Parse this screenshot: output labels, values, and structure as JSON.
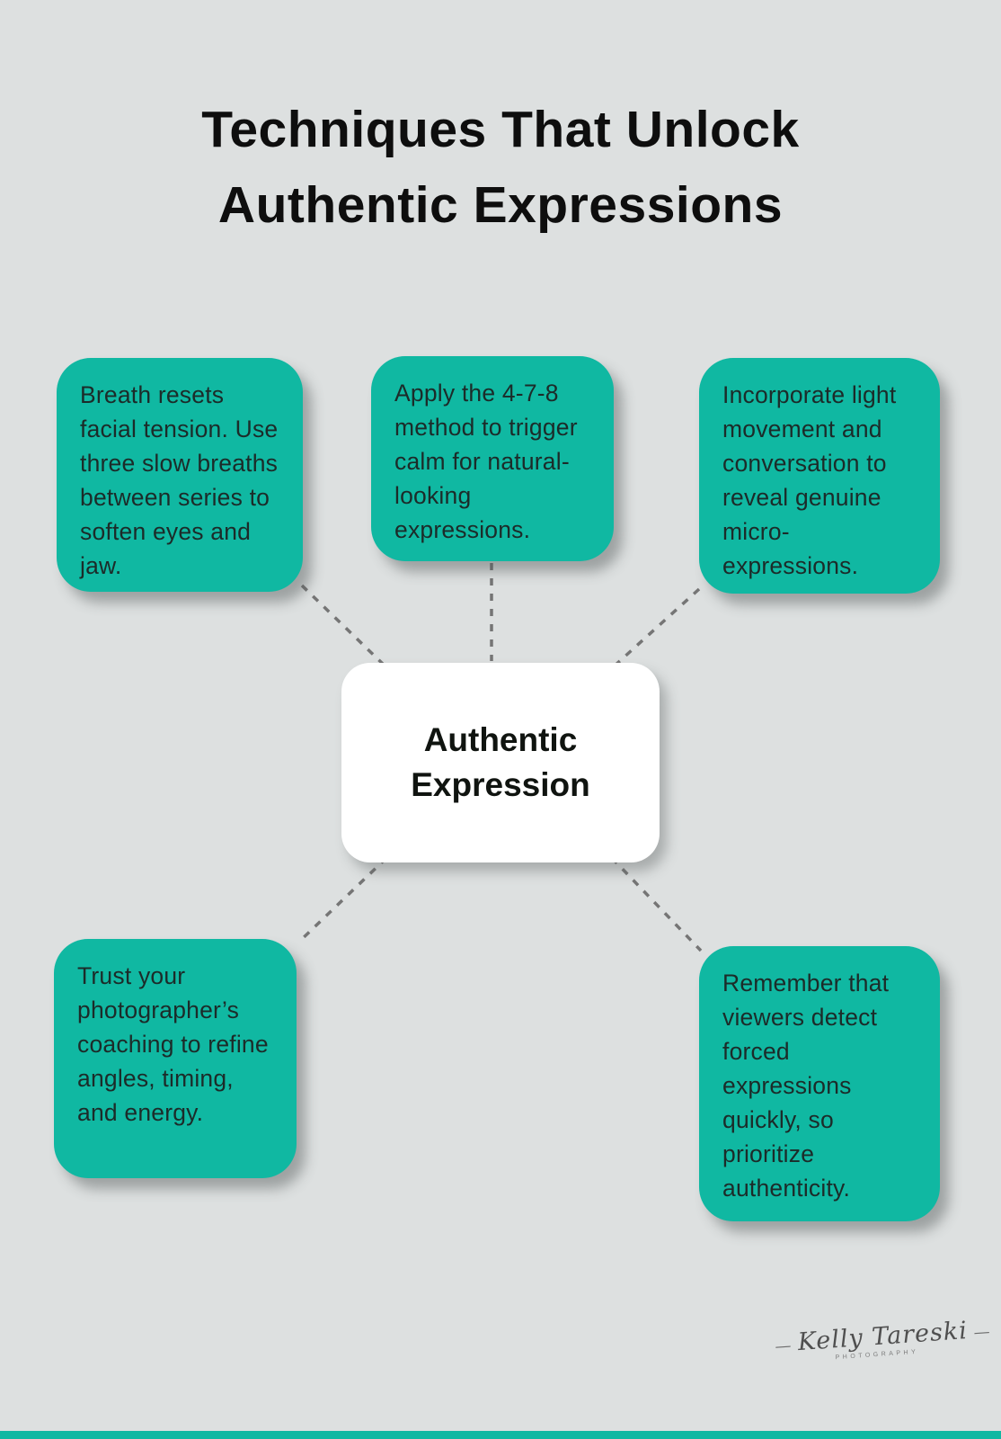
{
  "page": {
    "background_color": "#dde0e0",
    "accent_color": "#10b8a2",
    "title_line1": "Techniques That Unlock",
    "title_line2": "Authentic Expressions"
  },
  "center_node": {
    "label": "Authentic Expression"
  },
  "technique_nodes": [
    {
      "id": "top-left",
      "text": "Breath resets facial tension. Use three slow breaths between series to soften eyes and jaw."
    },
    {
      "id": "top-center",
      "text": "Apply the 4-7-8 method to trigger calm for natural-looking expressions."
    },
    {
      "id": "top-right",
      "text": "Incorporate light movement and conversation to reveal genuine micro-expressions."
    },
    {
      "id": "bottom-left",
      "text": "Trust your photographer’s coaching to refine angles, timing, and energy."
    },
    {
      "id": "bottom-right",
      "text": "Remember that viewers detect forced expressions quickly, so prioritize authenticity."
    }
  ],
  "signature": {
    "name": "Kelly Tareski",
    "subtitle": "PHOTOGRAPHY"
  }
}
